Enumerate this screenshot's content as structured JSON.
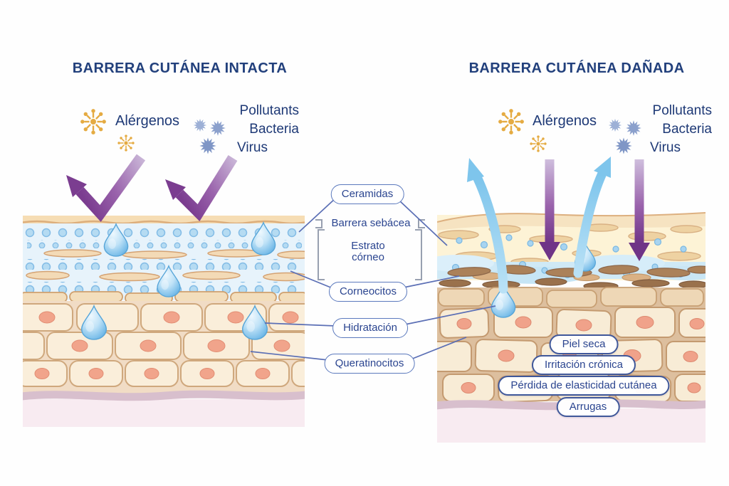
{
  "header": {
    "intact_title": "BARRERA CUTÁNEA INTACTA",
    "damaged_title": "BARRERA CUTÁNEA DAÑADA"
  },
  "threats": {
    "allergens_label": "Alérgenos",
    "pathogens": [
      "Pollutants",
      "Bacteria",
      "Virus"
    ]
  },
  "anatomy": {
    "ceramides": "Ceramidas",
    "sebaceous_barrier": "Barrera sebácea",
    "stratum_corneum": "Estrato córneo",
    "corneocytes": "Corneocitos",
    "hydration": "Hidratación",
    "keratinocytes": "Queratinocitos"
  },
  "damage_effects": [
    "Piel seca",
    "Irritación crónica",
    "Pérdida de elasticidad cutánea",
    "Arrugas"
  ],
  "colors": {
    "title_navy": "#22407c",
    "label_navy": "#2b4590",
    "pill_border_blue": "#5b79bd",
    "effect_pill_border": "#40589a",
    "connector_blue": "#5b6fb5",
    "allergen_gold": "#e5ab42",
    "microbe_blue": "#8096c6",
    "bounce_arrow_purple": "#7b3d90",
    "penetrate_arrow_purple": "#7c3f92",
    "water_loss_arrow_blue": "#90cdef",
    "hydration_drop_blue": "#5aa9dd",
    "stratum_blue_layer": "#e7f3fb",
    "cell_fill": "#faeeda",
    "cell_nucleus": "#f1a48b",
    "dermis_pink": "#f8ebf1",
    "basement_mauve": "#d8bfcd"
  }
}
